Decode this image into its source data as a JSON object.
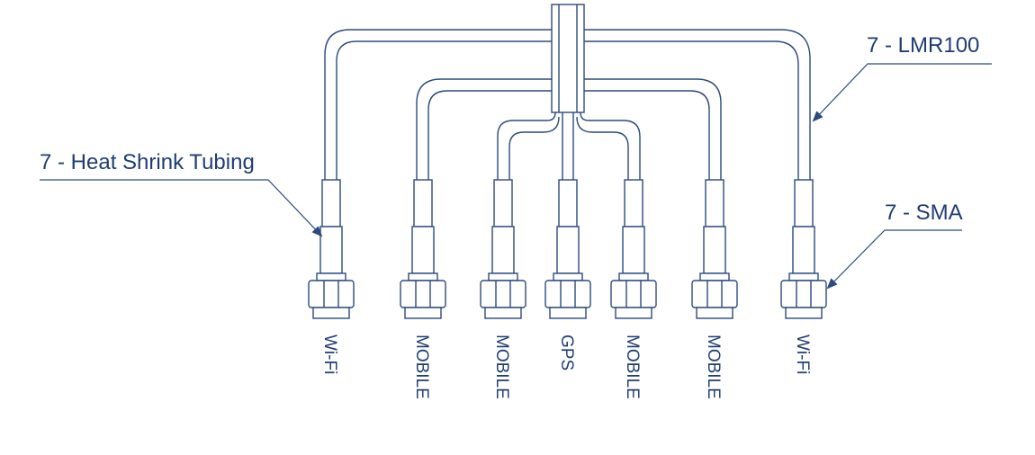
{
  "callouts": {
    "heat_shrink": "7 - Heat Shrink Tubing",
    "cable": "7 - LMR100",
    "connector": "7 - SMA"
  },
  "ports": [
    "Wi-Fi",
    "MOBILE",
    "MOBILE",
    "GPS",
    "MOBILE",
    "MOBILE",
    "Wi-Fi"
  ],
  "colors": {
    "line": "#2b4a7e",
    "text": "#1f3d73",
    "background": "#ffffff"
  }
}
